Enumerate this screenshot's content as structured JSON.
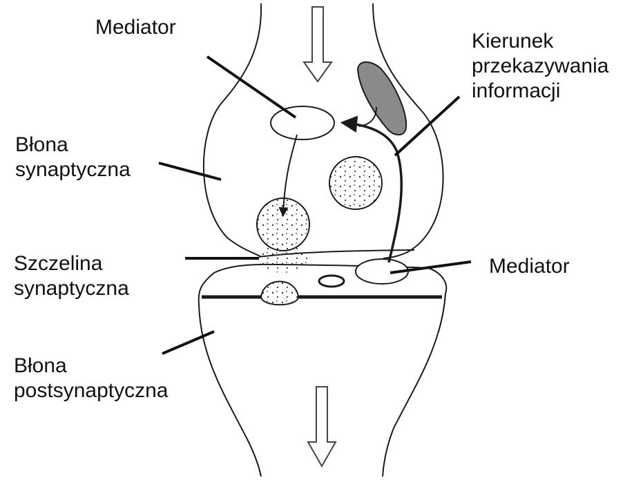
{
  "labels": {
    "mediator_top": "Mediator",
    "direction": [
      "Kierunek",
      "przekazywania",
      "informacji"
    ],
    "synaptic_membrane": [
      "Błona",
      "synaptyczna"
    ],
    "synaptic_cleft": [
      "Szczelina",
      "synaptyczna"
    ],
    "mediator_right": "Mediator",
    "postsynaptic_membrane": [
      "Błona",
      "postsynaptyczna"
    ]
  },
  "colors": {
    "line": "#1a1a1a",
    "mitochondrion": "#8a8a8a",
    "background": "#ffffff"
  }
}
